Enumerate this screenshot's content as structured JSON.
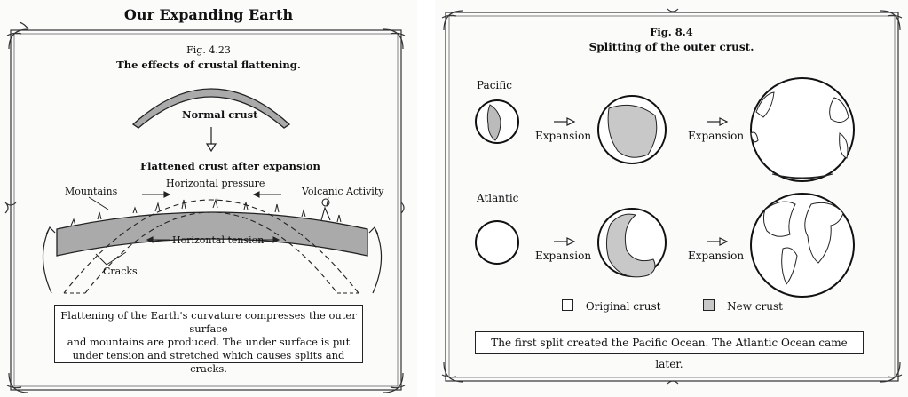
{
  "left_page": {
    "header": "Our Expanding Earth",
    "figure_number": "Fig. 4.23",
    "figure_title": "The effects of crustal flattening.",
    "labels": {
      "normal_crust": "Normal crust",
      "flattened_crust": "Flattened crust after expansion",
      "mountains": "Mountains",
      "horizontal_pressure": "Horizontal pressure",
      "volcanic_activity": "Volcanic Activity",
      "horizontal_tension": "Horizontal tension",
      "cracks": "Cracks"
    },
    "caption_lines": [
      "Flattening of the Earth's curvature compresses the outer surface",
      "and mountains are produced. The under surface is put",
      "under tension and stretched which causes splits and cracks."
    ]
  },
  "right_page": {
    "figure_number": "Fig. 8.4",
    "figure_title": "Splitting of the outer crust.",
    "rows": [
      {
        "label": "Pacific",
        "arrow_labels": [
          "Expansion",
          "Expansion"
        ]
      },
      {
        "label": "Atlantic",
        "arrow_labels": [
          "Expansion",
          "Expansion"
        ]
      }
    ],
    "legend": {
      "original": "Original crust",
      "new": "New crust",
      "new_color": "#c8c8c8"
    },
    "caption": "The first split created the Pacific Ocean. The Atlantic Ocean came later."
  }
}
